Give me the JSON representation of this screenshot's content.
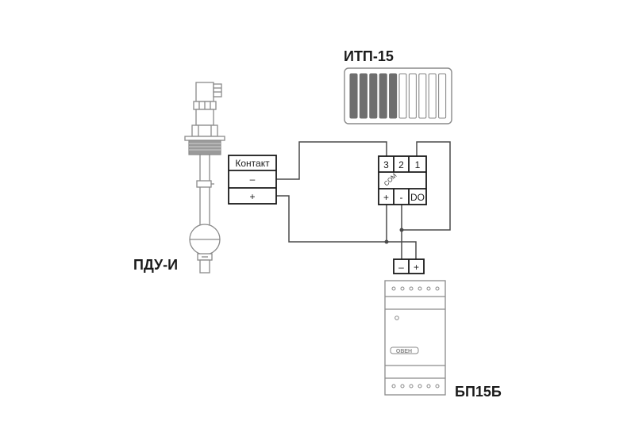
{
  "labels": {
    "itp": "ИТП-15",
    "pdu": "ПДУ-И",
    "bp": "БП15Б",
    "contact_header": "Контакт",
    "contact_minus": "–",
    "contact_plus": "+",
    "itp_term_3": "3",
    "itp_term_2": "2",
    "itp_term_1": "1",
    "itp_com": "COM",
    "itp_plus": "+",
    "itp_minus": "-",
    "itp_do": "DO",
    "bp_minus": "–",
    "bp_plus": "+",
    "bp_logo": "ОВЕН"
  },
  "itp_indicator": {
    "segments_total": 10,
    "segments_filled": 5
  },
  "colors": {
    "filled_segment": "#6e6e6e",
    "device_outline": "#8a8a8a",
    "wire": "#4a4a4a",
    "terminal_box": "#1a1a1a"
  }
}
